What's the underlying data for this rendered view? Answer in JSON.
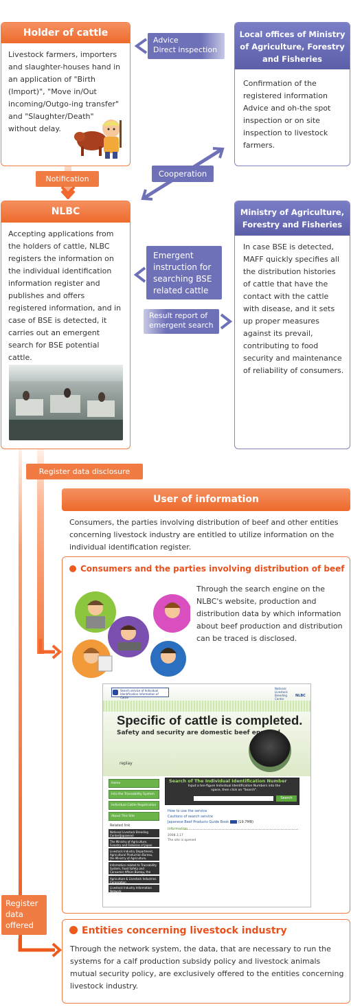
{
  "holder": {
    "title": "Holder of cattle",
    "text": "Livestock farmers, importers and slaughter-houses hand in an application of \"Birth (Import)\", \"Move in/Out incoming/Outgo-ing transfer\" and \"Slaughter/Death\" without delay."
  },
  "local_offices": {
    "title": "Local offices of Ministry of Agriculture, Forestry and Fisheries",
    "text": "Confirmation of the registered information Advice and oh-the spot inspection or on site inspection to livestock farmers."
  },
  "nlbc": {
    "title": "NLBC",
    "text": "Accepting applications from the holders of cattle, NLBC registers the information on the individual identification information register and publishes and offers registered information, and in case of BSE is detected, it carries out an emergent search for BSE potential cattle."
  },
  "maff": {
    "title": "Ministry of Agriculture, Forestry and Fisheries",
    "text": "In case BSE is detected, MAFF quickly specifies all the distribution histories of cattle that have the contact with the cattle with disease, and it sets up proper measures against its prevail, contributing to food security and maintenance of reliability of consumers."
  },
  "labels": {
    "advice": "Advice\nDirect inspection",
    "notification": "Notification",
    "cooperation": "Cooperation",
    "emergent": "Emergent instruction for searching BSE related cattle",
    "result": "Result report of emergent search",
    "disclosure": "Register data disclosure",
    "offered": "Register data offered"
  },
  "user": {
    "title": "User of information",
    "intro": "Consumers, the parties involving distribution of beef and other entities concerning livestock industry are entitled to utilize information on the individual identification register."
  },
  "consumers": {
    "title": "Consumers and the parties involving distribution of beef",
    "text": "Through the search engine on the NLBC's website, production and distribution data by which information about beef production and distribution can be traced is disclosed."
  },
  "website": {
    "logo_text": "Search service of Individual Identification Information of Cattle",
    "org": "National Livestock Breeding Center",
    "org_short": "NLBC",
    "headline": "Specific of cattle is completed.",
    "subline": "Safety and security are domestic beef ensured.",
    "replay": "replay",
    "nav": [
      "Home",
      "Into the Traceability System",
      "Individual Cattle Registration Data",
      "About This Site"
    ],
    "related_title": "Related link",
    "related": [
      "National Livestock Breeding Center(Japanese)",
      "The Ministry of Agriculture, Forestry and Fisheries of Japan",
      "Livestock Industry Department, Agricultural Production Bureau, the Ministry of Agriculture, Forestry and Fisheries",
      "Information related to Traceability System, Food Safety and Consumer Affairs Bureau, the Ministry of Agriculture, Forestry and Fisheries",
      "Agriculture & Livestock Industries Corporation",
      "Livestock Industry Information Network"
    ],
    "search_title": "Search of The Individual Identification Number",
    "search_hint": "Input a ten-figure Individual Identification Numbers into the space, then click on \"Search\".",
    "search_button": "Search",
    "links": [
      "How to use the service",
      "Cautions of search service",
      "Japanese Beef Products Guide Book"
    ],
    "pdf_size": "(19.7MB)",
    "info_title": "Information",
    "info_date": "2008.3.17",
    "info_text": "The site is opened"
  },
  "entities": {
    "title": "Entities concerning livestock industry",
    "text": "Through the network system, the data, that are necessary to run the systems for a calf production subsidy policy and livestock animals mutual security policy, are exclusively offered to the entities concerning livestock industry."
  },
  "colors": {
    "orange": "#f07c44",
    "orange_dark": "#ee5a1c",
    "blue": "#6e71b8",
    "green": "#6ab44a"
  }
}
